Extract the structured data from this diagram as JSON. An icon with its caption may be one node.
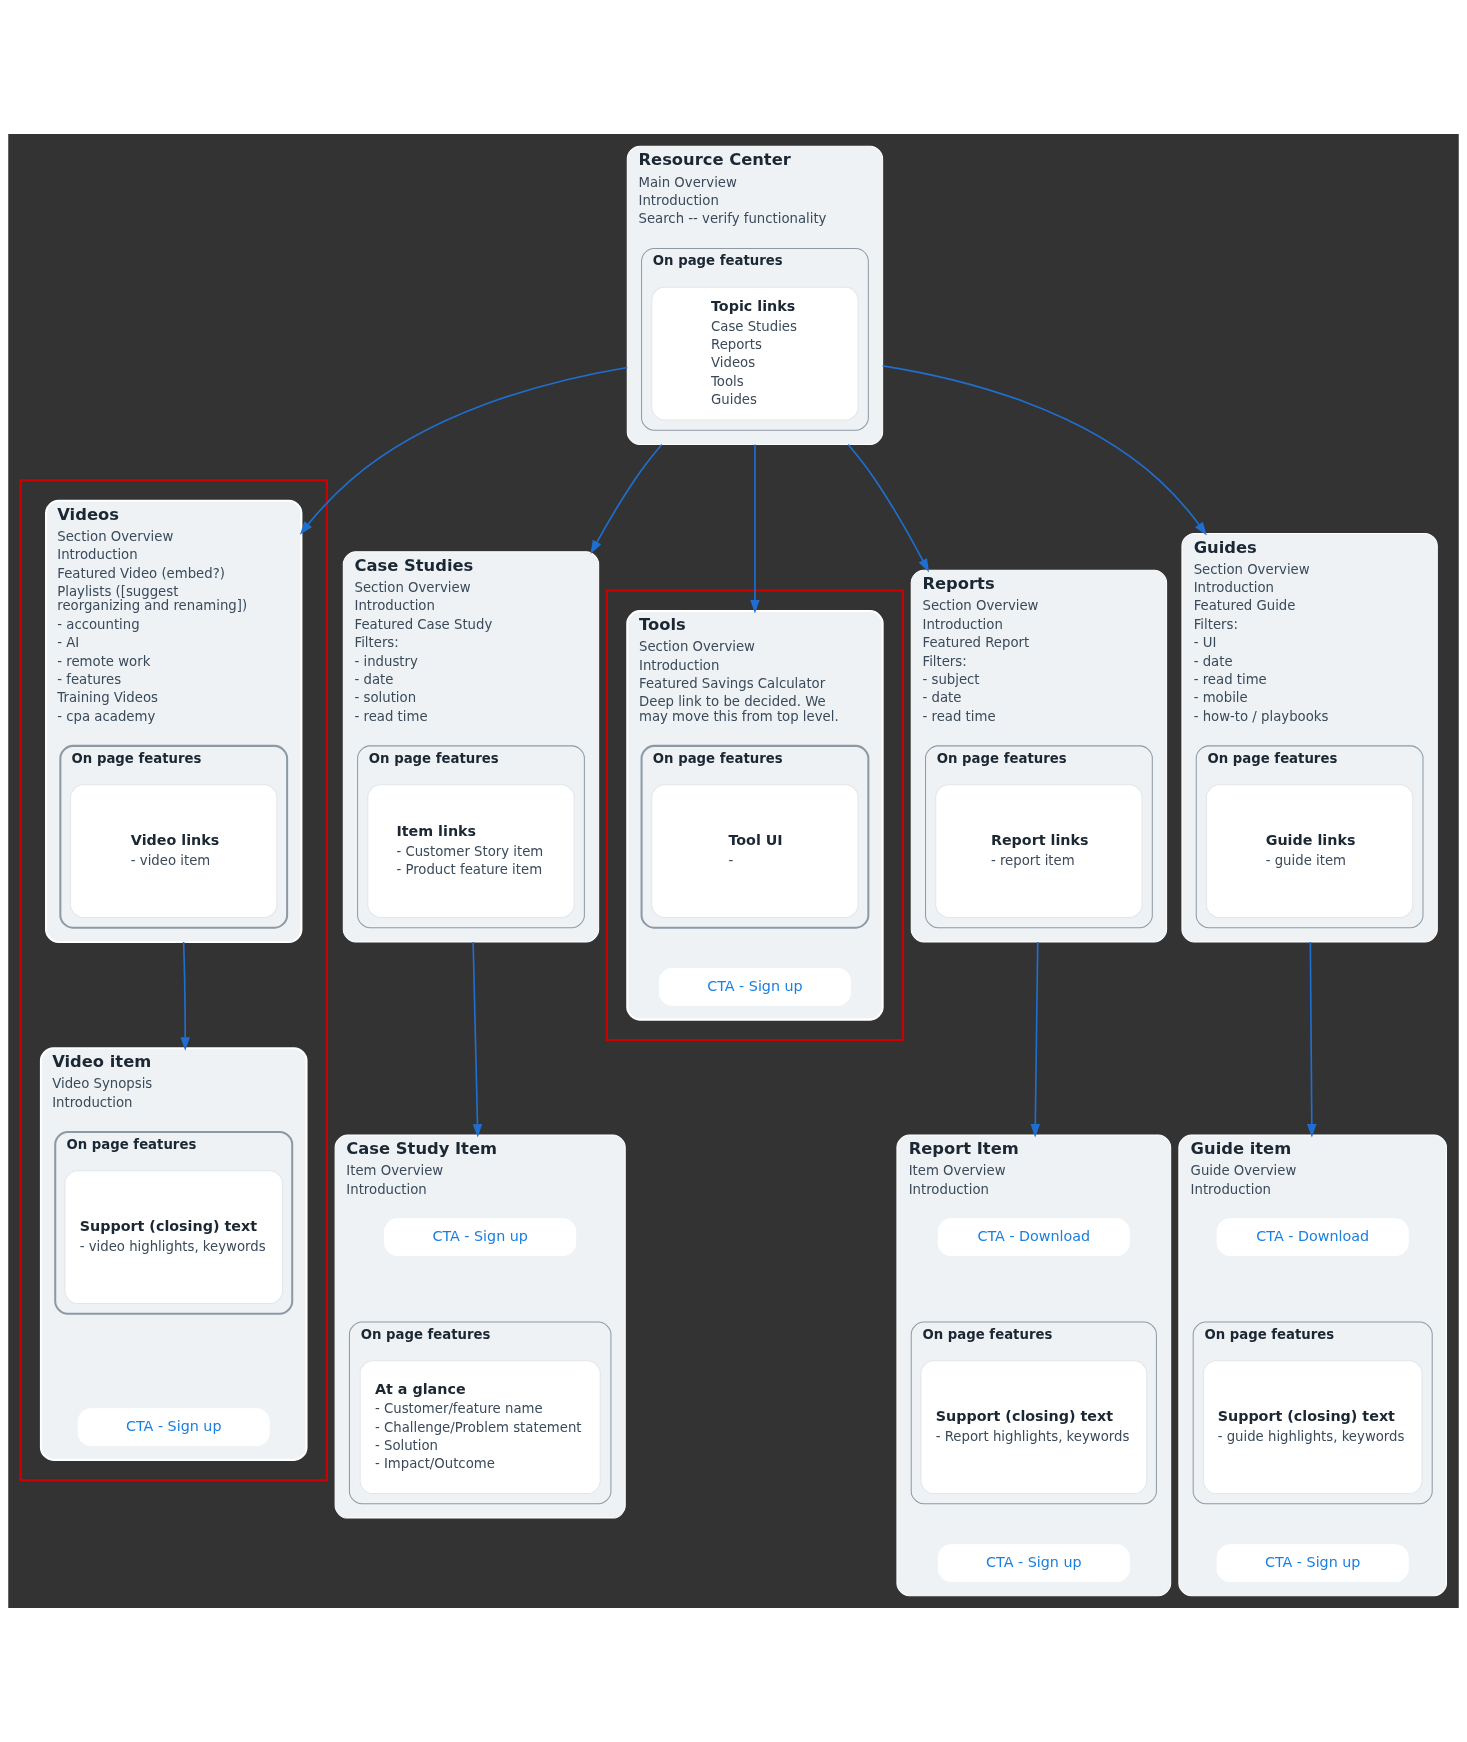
{
  "diagram": {
    "nodes": [
      {
        "text": [
          "Resource Center",
          "Main Overview",
          "Introduction",
          "Search -- verify functionality"
        ]
      },
      {
        "text": [
          "On page features"
        ],
        "in": 0
      },
      {
        "text": [
          "Topic links",
          "Case Studies",
          "Reports",
          "Videos",
          "Tools",
          "Guides"
        ],
        "in": 1
      },
      {
        "text": [
          "Case Studies",
          "Section Overview",
          "Introduction",
          "Featured Case Study",
          "Filters:",
          "- industry",
          "- date",
          "- solution",
          "- read time"
        ]
      },
      {
        "text": [
          "On page features"
        ],
        "in": 3
      },
      {
        "text": [
          "Item links",
          "- Customer Story item",
          "- Product feature item"
        ],
        "in": 4
      },
      {
        "text": [
          "Reports",
          "Section Overview",
          "Introduction",
          "Featured Report",
          "Filters:",
          "- subject",
          "- date",
          "- read time"
        ]
      },
      {
        "text": [
          "On page features"
        ],
        "in": 6
      },
      {
        "text": [
          "Report links",
          "- report item"
        ],
        "in": 7
      },
      {
        "text": [],
        "shape": "box"
      },
      {
        "text": [
          "Videos",
          "Section Overview",
          "Introduction",
          "Featured Video (embed?)",
          "Playlists ([suggest reorganizing and renaming])",
          "- accounting",
          "- AI",
          "- remote work",
          "- features",
          "Training Videos",
          "- cpa academy"
        ],
        "in": 9
      },
      {
        "text": [
          "On page features"
        ],
        "in": 10
      },
      {
        "text": [
          "Video links",
          "- video item"
        ],
        "in": 11
      },
      {
        "text": [],
        "shape": "box"
      },
      {
        "text": [
          "Tools",
          "Section Overview",
          "Introduction",
          "Featured Savings Calculator",
          "Deep link to be decided. We may move this from top level."
        ],
        "in": 13
      },
      {
        "text": [
          "On page features"
        ],
        "in": 14
      },
      {
        "text": [
          "Tool UI",
          "-"
        ],
        "in": 15
      },
      {
        "text": [
          "CTA - Sign up"
        ],
        "in": 14
      },
      {
        "text": [
          "Guides",
          "Section Overview",
          "Introduction",
          "Featured Guide",
          "Filters:",
          "- UI",
          "- date",
          "- read time",
          "- mobile",
          "- how-to / playbooks"
        ]
      },
      {
        "text": [
          "On page features"
        ],
        "in": 18
      },
      {
        "text": [
          "Guide links",
          "- guide item"
        ],
        "in": 19
      },
      {
        "text": [
          "Case Study Item",
          "Item Overview",
          "Introduction"
        ]
      },
      {
        "text": [
          "CTA - Sign up"
        ],
        "in": 21
      },
      {
        "text": [
          "On page features"
        ],
        "in": 21
      },
      {
        "text": [
          "At a glance",
          "- Customer/feature name",
          "- Challenge/Problem statement",
          "- Solution",
          "- Impact/Outcome"
        ],
        "in": 23
      },
      {
        "text": [
          "Report Item",
          "Item Overview",
          "Introduction"
        ]
      },
      {
        "text": [
          "CTA - Download"
        ],
        "in": 25
      },
      {
        "text": [
          "On page features"
        ],
        "in": 25
      },
      {
        "text": [
          "Support (closing) text",
          "- Report highlights, keywords"
        ],
        "in": 27
      },
      {
        "text": [
          "CTA - Sign up"
        ],
        "in": 25
      },
      {
        "text": [
          "Video item",
          "Video Synopsis",
          "Introduction"
        ],
        "in": 9
      },
      {
        "text": [
          "On page features"
        ],
        "in": 30
      },
      {
        "text": [
          "Support (closing) text",
          "- video highlights, keywords"
        ],
        "in": 31
      },
      {
        "text": [
          "CTA - Sign up"
        ],
        "in": 30
      },
      {
        "text": [
          "Guide item",
          "Guide Overview",
          "Introduction"
        ]
      },
      {
        "text": [
          "CTA - Download"
        ],
        "in": 34
      },
      {
        "text": [
          "On page features"
        ],
        "in": 34
      },
      {
        "text": [
          "Support (closing) text",
          "- guide highlights, keywords"
        ],
        "in": 36
      },
      {
        "text": [
          "CTA - Sign up"
        ],
        "in": 34
      }
    ],
    "edges": [
      {
        "from": 0,
        "to": 3,
        "arrow": "to"
      },
      {
        "from": 0,
        "to": 6,
        "arrow": "to"
      },
      {
        "from": 0,
        "to": 10,
        "arrow": "to"
      },
      {
        "from": 0,
        "to": 14,
        "arrow": "to"
      },
      {
        "from": 0,
        "to": 18,
        "arrow": "to"
      },
      {
        "from": 3,
        "to": 21,
        "arrow": "to"
      },
      {
        "from": 6,
        "to": 25,
        "arrow": "to"
      },
      {
        "from": 10,
        "to": 30,
        "arrow": "to"
      },
      {
        "from": 18,
        "to": 34,
        "arrow": "to"
      }
    ]
  }
}
